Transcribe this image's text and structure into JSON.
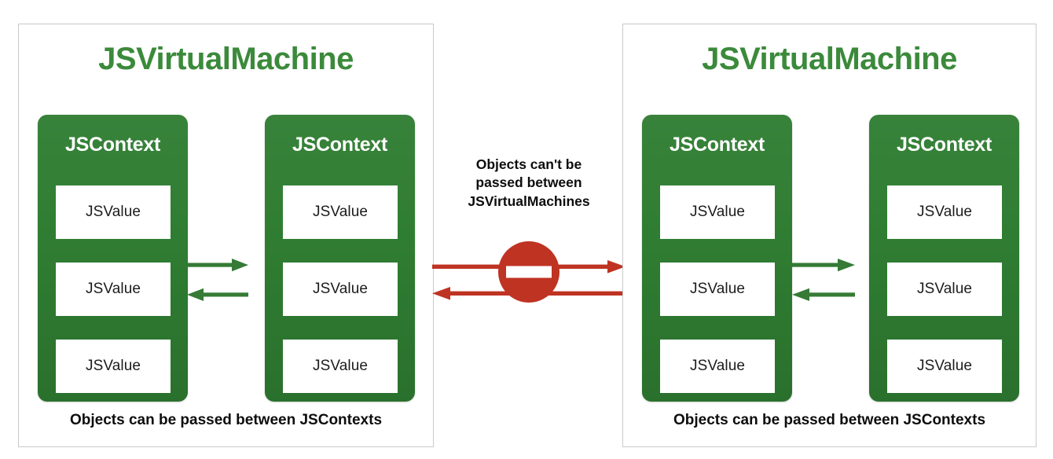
{
  "figure": {
    "kind": "concept-diagram",
    "background": "#ffffff"
  },
  "colors": {
    "vm_title_green": "#3b8a3b",
    "context_green": "#2f7d32",
    "arrow_green": "#357a35",
    "blocked_red": "#bf3323",
    "panel_border": "#c9c9c9",
    "value_text": "#1c1c1c",
    "caption_text": "#0d0d0d"
  },
  "panels": [
    {
      "id": "left",
      "title": "JSVirtualMachine",
      "caption": "Objects can be passed between JSContexts",
      "contexts": [
        {
          "title": "JSContext",
          "values": [
            "JSValue",
            "JSValue",
            "JSValue"
          ]
        },
        {
          "title": "JSContext",
          "values": [
            "JSValue",
            "JSValue",
            "JSValue"
          ]
        }
      ],
      "internal_arrows": {
        "icon": "bidirectional-arrows-icon",
        "color": "#357a35",
        "top_direction": "right",
        "bottom_direction": "left"
      }
    },
    {
      "id": "right",
      "title": "JSVirtualMachine",
      "caption": "Objects can be passed between JSContexts",
      "contexts": [
        {
          "title": "JSContext",
          "values": [
            "JSValue",
            "JSValue",
            "JSValue"
          ]
        },
        {
          "title": "JSContext",
          "values": [
            "JSValue",
            "JSValue",
            "JSValue"
          ]
        }
      ],
      "internal_arrows": {
        "icon": "bidirectional-arrows-icon",
        "color": "#357a35",
        "top_direction": "right",
        "bottom_direction": "left"
      }
    }
  ],
  "center": {
    "label_lines": [
      "Objects can't be",
      "passed between",
      "JSVirtualMachines"
    ],
    "blocked_arrows": {
      "icon": "bidirectional-arrows-icon",
      "color": "#bf3323",
      "top_direction": "right",
      "bottom_direction": "left"
    },
    "sign": {
      "icon": "no-entry-sign-icon",
      "color": "#bf3323",
      "bar_color": "#ffffff"
    }
  }
}
